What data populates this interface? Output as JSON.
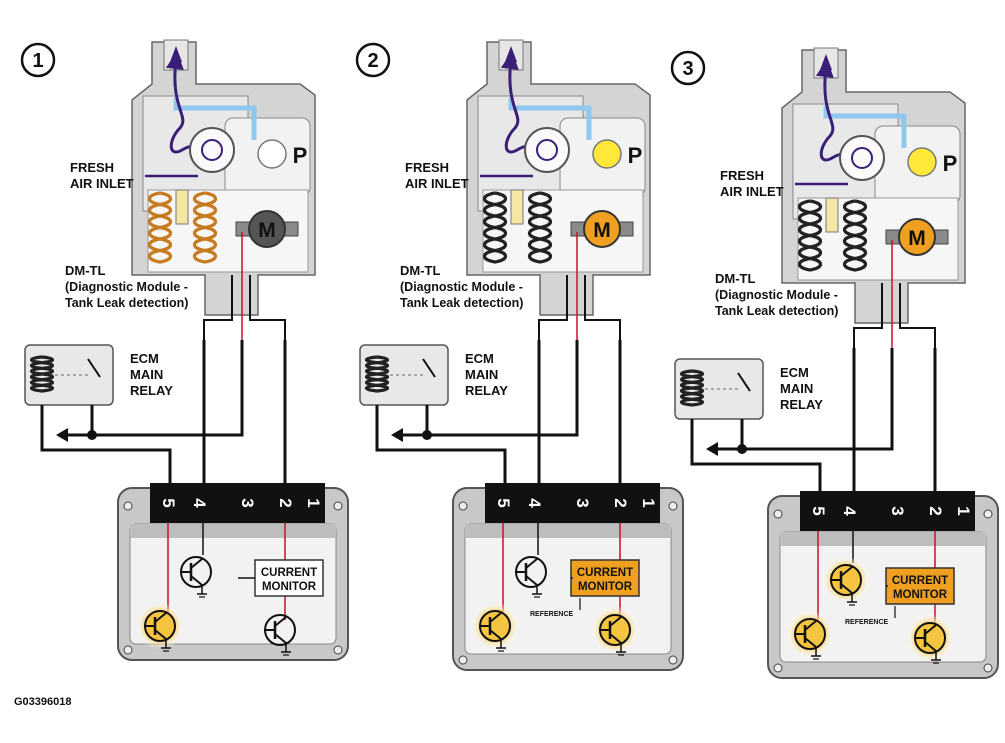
{
  "panels": [
    {
      "number": "1",
      "pump_label": "P",
      "motor_label": "M",
      "inlet_label": [
        "FRESH",
        "AIR INLET"
      ],
      "module_label": [
        "DM-TL",
        "(Diagnostic Module -",
        "Tank Leak detection)"
      ],
      "relay_label": [
        "ECM",
        "MAIN",
        "RELAY"
      ],
      "pins": [
        "5",
        "4",
        "3",
        "2",
        "1"
      ],
      "monitor_label": [
        "CURRENT",
        "MONITOR"
      ],
      "reference_label": "",
      "motor_on": false,
      "pump_on": false,
      "heated_springs": true,
      "monitor_active": false
    },
    {
      "number": "2",
      "pump_label": "P",
      "motor_label": "M",
      "inlet_label": [
        "FRESH",
        "AIR INLET"
      ],
      "module_label": [
        "DM-TL",
        "(Diagnostic Module -",
        "Tank Leak detection)"
      ],
      "relay_label": [
        "ECM",
        "MAIN",
        "RELAY"
      ],
      "pins": [
        "5",
        "4",
        "3",
        "2",
        "1"
      ],
      "monitor_label": [
        "CURRENT",
        "MONITOR"
      ],
      "reference_label": "REFERENCE",
      "motor_on": true,
      "pump_on": true,
      "heated_springs": false,
      "monitor_active": true
    },
    {
      "number": "3",
      "pump_label": "P",
      "motor_label": "M",
      "inlet_label": [
        "FRESH",
        "AIR INLET"
      ],
      "module_label": [
        "DM-TL",
        "(Diagnostic Module -",
        "Tank Leak detection)"
      ],
      "relay_label": [
        "ECM",
        "MAIN",
        "RELAY"
      ],
      "pins": [
        "5",
        "4",
        "3",
        "2",
        "1"
      ],
      "monitor_label": [
        "CURRENT",
        "MONITOR"
      ],
      "reference_label": "REFERENCE",
      "motor_on": true,
      "pump_on": true,
      "heated_springs": false,
      "monitor_active": true
    }
  ],
  "figure_code": "G03396018",
  "colors": {
    "housing": "#d4d4d4",
    "ecm_body": "#c8c8c8",
    "wire_red": "#c8102e",
    "flow_purple": "#3a1e78",
    "flow_light": "#8fc8ee",
    "motor_on": "#f0a020",
    "pump_on": "#ffe838",
    "monitor_on": "#f0a020",
    "spring_copper": "#c87a1e",
    "spring_red": "#c8283c"
  }
}
